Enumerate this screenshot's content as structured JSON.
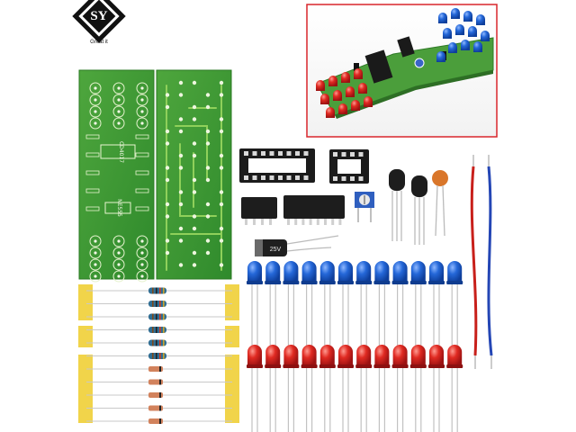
{
  "logo": {
    "letters": "SY",
    "tagline": "Great it"
  },
  "pcb": {
    "ic1_label": "CD4017",
    "ic2_label": "NE555"
  },
  "capacitor": {
    "label": "25V"
  },
  "led_strip": {
    "blue_count": 12,
    "red_count": 12
  },
  "colors": {
    "pcb_green": "#3f9a35",
    "pcb_light": "#7cc04a",
    "inset_border": "#d9262c",
    "led_blue": "#1b5fd1",
    "led_red": "#d9231f",
    "resistor_tape": "#f1d44a",
    "wire_red": "#c8201b",
    "wire_blue": "#2446b5"
  }
}
